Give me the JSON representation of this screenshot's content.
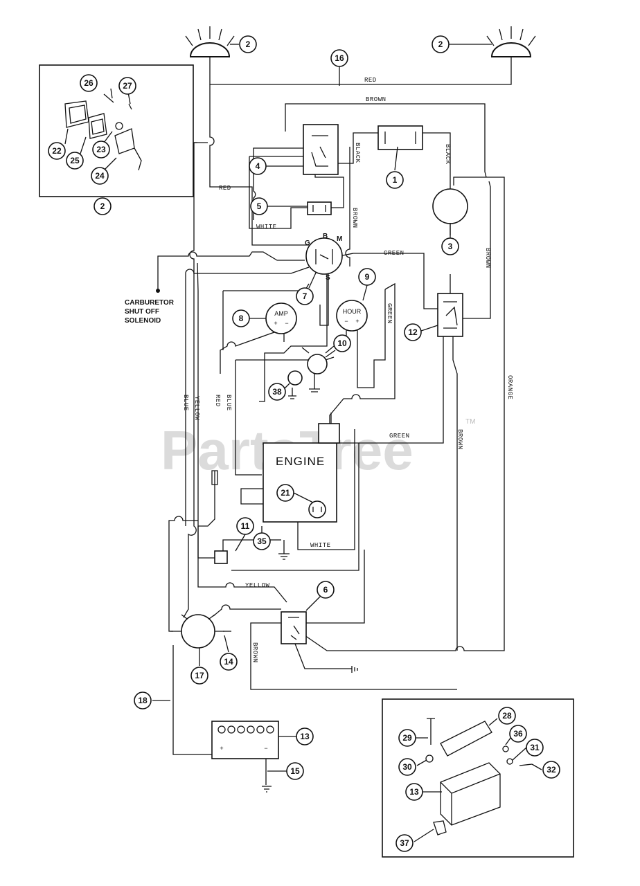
{
  "watermark": {
    "text": "PartsTree",
    "tm": "TM"
  },
  "engine_label": "ENGINE",
  "carburetor_label": [
    "CARBURETOR",
    "SHUT OFF",
    "SOLENOID"
  ],
  "gauges": {
    "amp": "AMP",
    "hour": "HOUR",
    "plus": "+",
    "minus": "−"
  },
  "switch_terminals": {
    "g": "G",
    "b": "B",
    "m": "M",
    "s": "S"
  },
  "battery_terminals": {
    "pos": "+",
    "neg": "−"
  },
  "wire_labels": {
    "red_top": "RED",
    "brown_top": "BROWN",
    "black_a": "BLACK",
    "black_b": "BLACK",
    "red_left": "RED",
    "white_left": "WHITE",
    "brown_mid": "BROWN",
    "green_mid": "GREEN",
    "brown_right": "BROWN",
    "green_right": "GREEN",
    "orange": "ORANGE",
    "blue_left": "BLUE",
    "yellow_left": "YELLOW",
    "red_center": "RED",
    "blue_center": "BLUE",
    "green_engine": "GREEN",
    "brown_engine": "BROWN",
    "white_bottom": "WHITE",
    "yellow_bottom": "YELLOW",
    "brown_bottom": "BROWN"
  },
  "callouts": {
    "c2_left": "2",
    "c2_right": "2",
    "c16": "16",
    "c26": "26",
    "c27": "27",
    "c22": "22",
    "c25": "25",
    "c23": "23",
    "c24": "24",
    "c2_inset": "2",
    "c4": "4",
    "c1": "1",
    "c5": "5",
    "c3": "3",
    "c7": "7",
    "c9": "9",
    "c8": "8",
    "c12": "12",
    "c10": "10",
    "c38": "38",
    "c21": "21",
    "c11": "11",
    "c35": "35",
    "c6": "6",
    "c17": "17",
    "c14": "14",
    "c18": "18",
    "c13": "13",
    "c15": "15",
    "c28": "28",
    "c29": "29",
    "c36": "36",
    "c31": "31",
    "c30": "30",
    "c32": "32",
    "c13_inset": "13",
    "c37": "37"
  }
}
